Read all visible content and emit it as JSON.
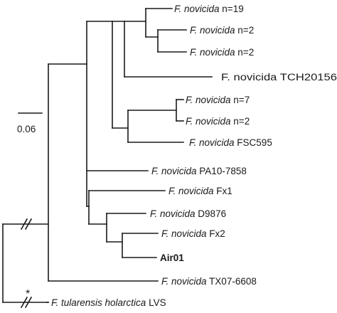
{
  "tree": {
    "tips": [
      {
        "id": "t1",
        "genus": "F. novicida",
        "suffix": " n=19"
      },
      {
        "id": "t2",
        "genus": "F. novicida",
        "suffix": " n=2"
      },
      {
        "id": "t3",
        "genus": "F. novicida",
        "suffix": " n=2"
      },
      {
        "id": "t4",
        "plain": "F. novicida TCH20156"
      },
      {
        "id": "t5",
        "genus": "F. novicida",
        "suffix": " n=7"
      },
      {
        "id": "t6",
        "genus": "F. novicida",
        "suffix": " n=2"
      },
      {
        "id": "t7",
        "genus": "F. novicida",
        "suffix": " FSC595"
      },
      {
        "id": "t8",
        "genus": "F. novicida",
        "suffix": " PA10-7858"
      },
      {
        "id": "t9",
        "genus": "F. novicida",
        "suffix": " Fx1"
      },
      {
        "id": "t10",
        "genus": "F. novicida",
        "suffix": " D9876"
      },
      {
        "id": "t11",
        "genus": "F. novicida",
        "suffix": " Fx2"
      },
      {
        "id": "t12",
        "bold": "Air01"
      },
      {
        "id": "t13",
        "genus": "F. novicida",
        "suffix": " TX07-6608"
      },
      {
        "id": "t14",
        "genus": "F. tularensis holarctica",
        "suffix": " LVS"
      }
    ],
    "scale_bar_label": "0.06",
    "outgroup_mark": "*"
  }
}
